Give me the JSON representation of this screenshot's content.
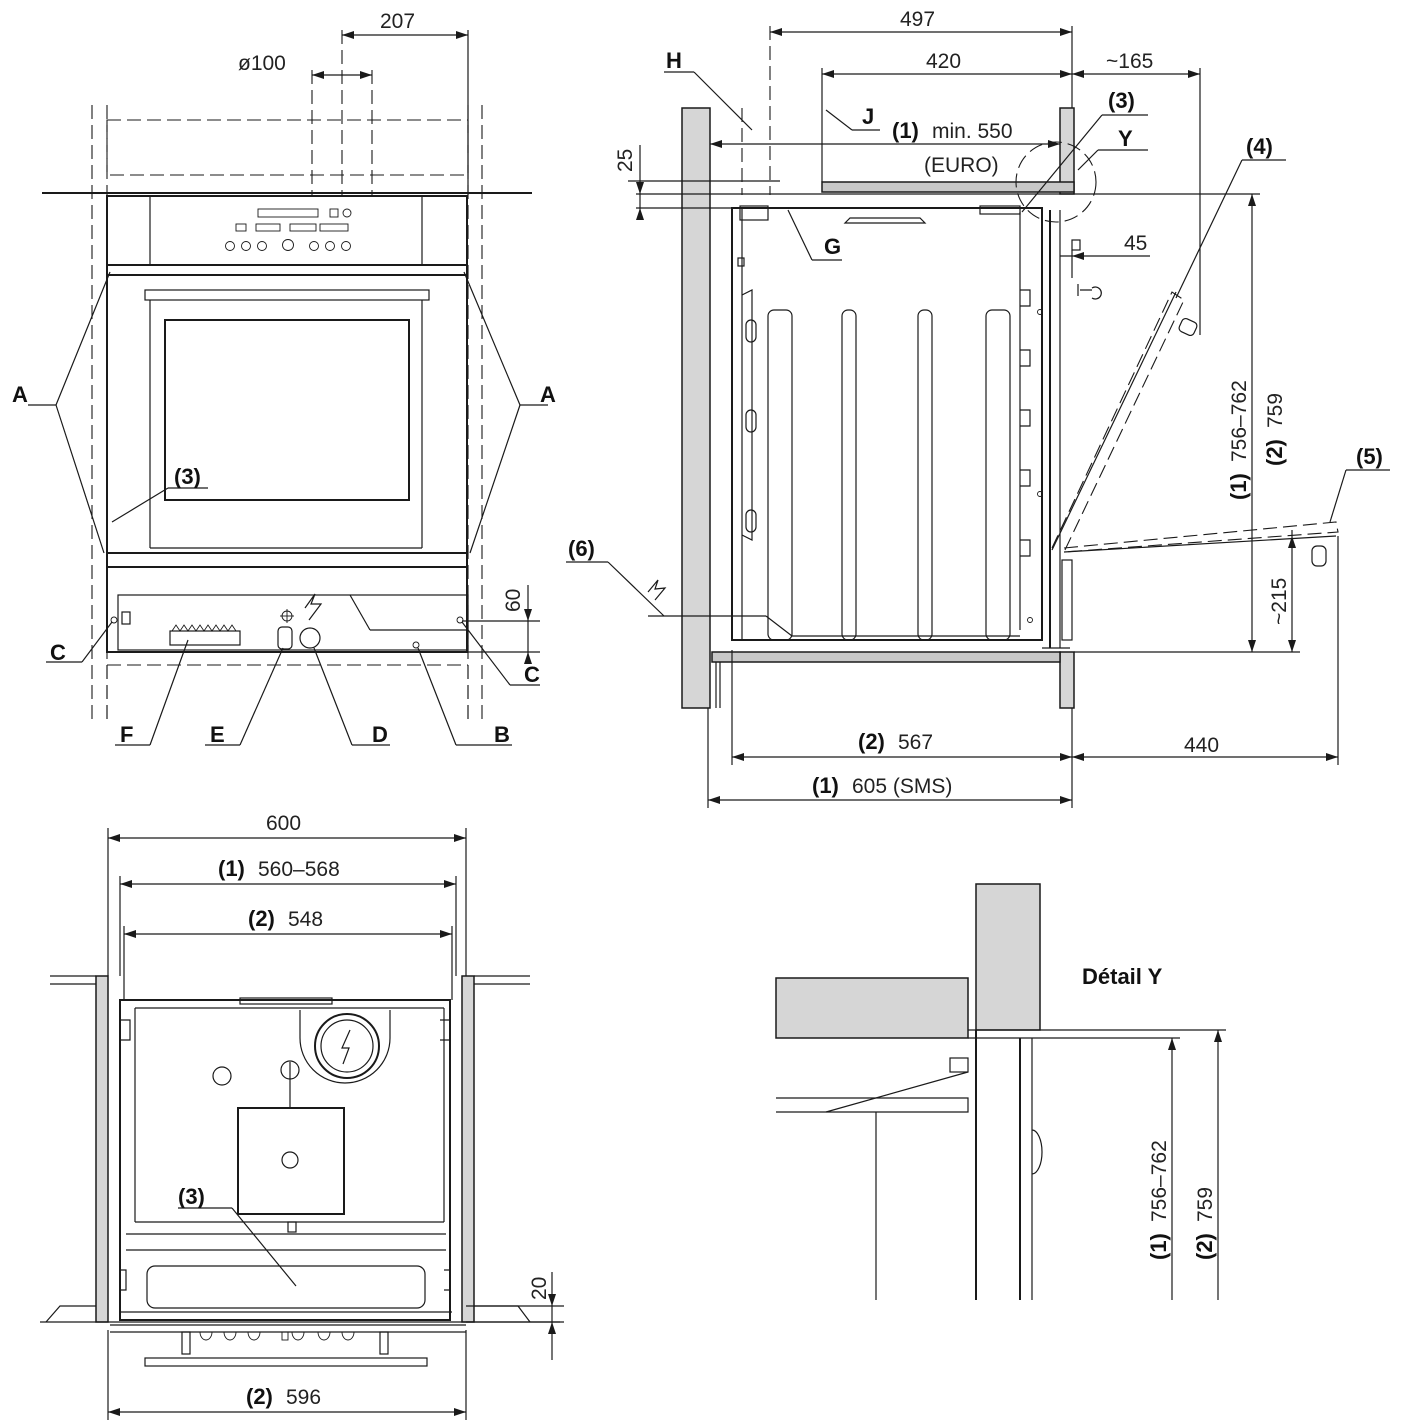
{
  "front_view": {
    "dim_top_offset": "207",
    "dim_vent": "ø100",
    "label_a": "A",
    "label_b": "B",
    "label_c": "C",
    "label_d": "D",
    "label_e": "E",
    "label_f": "F",
    "ref_3": "(3)",
    "dim_60": "60"
  },
  "side_view": {
    "dim_497": "497",
    "dim_420": "420",
    "dim_165": "~165",
    "label_h": "H",
    "label_j": "J",
    "label_g": "G",
    "label_y": "Y",
    "depth_min_ref": "(1)",
    "depth_min": "min. 550",
    "depth_min_norm": "(EURO)",
    "ref_3": "(3)",
    "ref_4": "(4)",
    "ref_5": "(5)",
    "ref_6": "(6)",
    "dim_25": "25",
    "dim_45": "45",
    "height1_ref": "(1)",
    "height1": "756–762",
    "height2_ref": "(2)",
    "height2": "759",
    "dim_215": "~215",
    "depth2_ref": "(2)",
    "depth2": "567",
    "depth1_ref": "(1)",
    "depth1": "605 (SMS)",
    "dim_440": "440"
  },
  "top_view": {
    "width_total": "600",
    "width1_ref": "(1)",
    "width1": "560–568",
    "width2_ref": "(2)",
    "width2": "548",
    "ref_3": "(3)",
    "dim_20": "20",
    "width_front_ref": "(2)",
    "width_front": "596"
  },
  "detail_y": {
    "title": "Détail Y",
    "height1_ref": "(1)",
    "height1": "756–762",
    "height2_ref": "(2)",
    "height2": "759"
  }
}
